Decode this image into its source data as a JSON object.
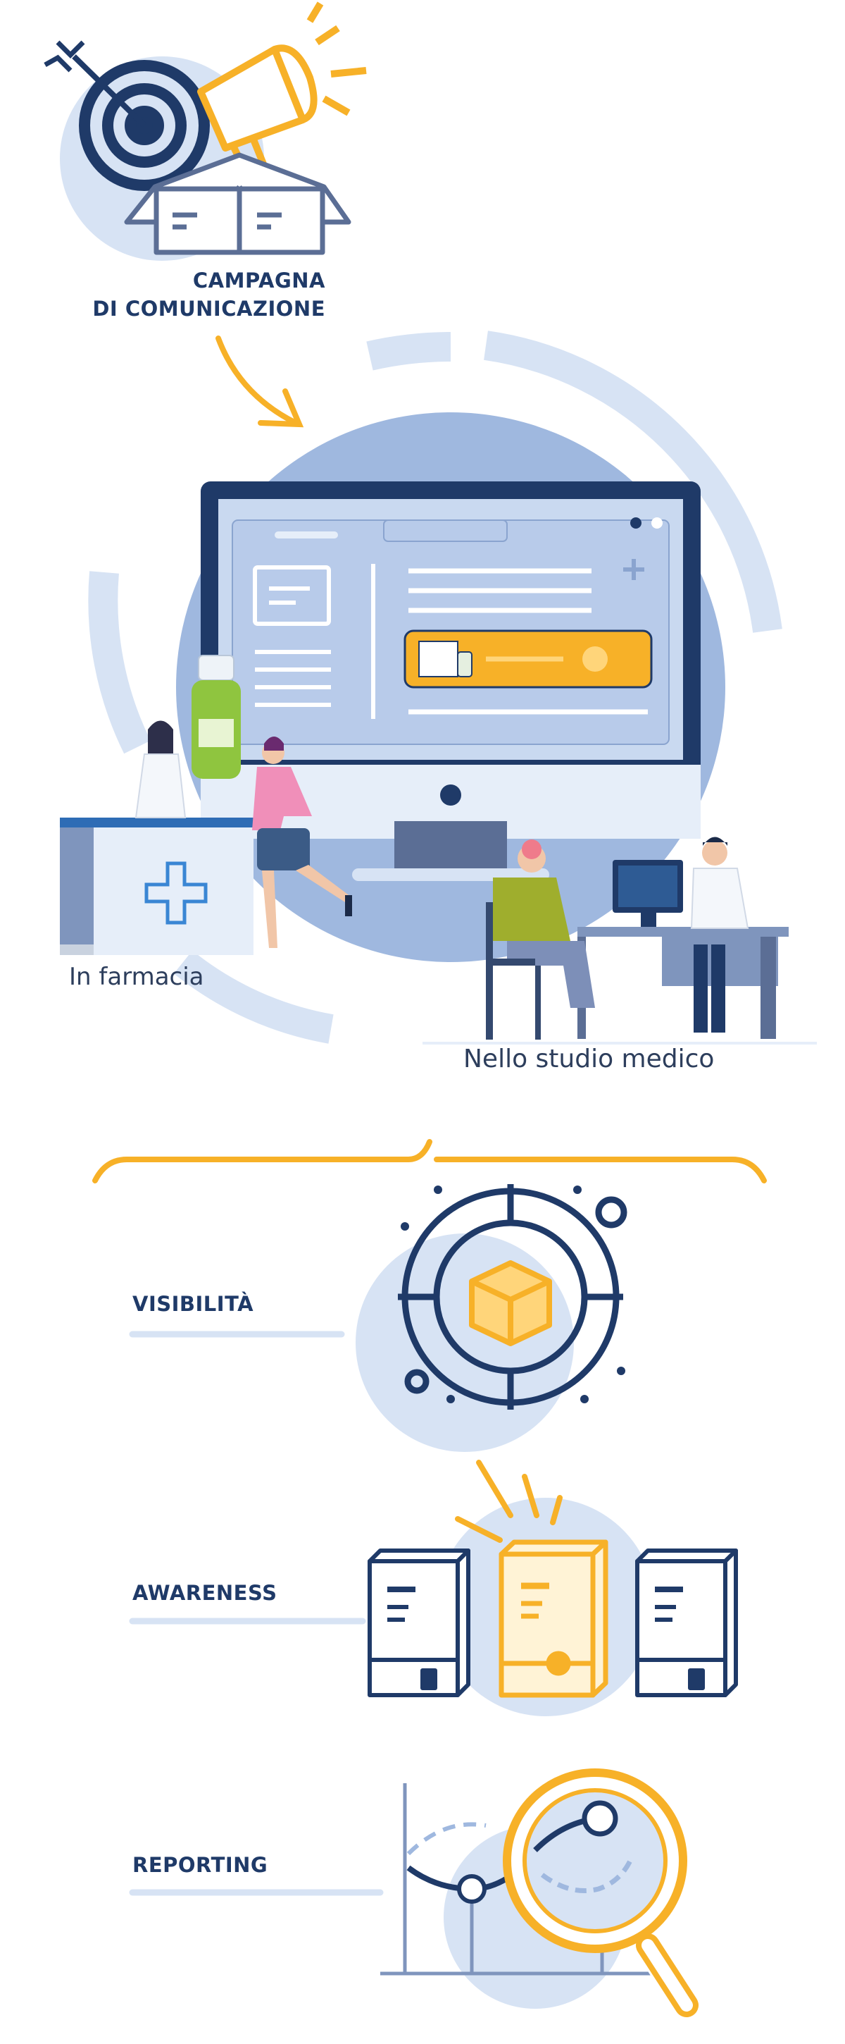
{
  "campaign": {
    "title_line1": "CAMPAGNA",
    "title_line2": "DI COMUNICAZIONE"
  },
  "locations": {
    "pharmacy": "In farmacia",
    "doctor": "Nello studio medico"
  },
  "benefits": {
    "visibility": "VISIBILITÀ",
    "awareness": "AWARENESS",
    "reporting": "REPORTING"
  },
  "colors": {
    "navy": "#1f3a68",
    "yellow": "#f7b128",
    "light_blue": "#d7e3f4",
    "mid_blue": "#9fb8df"
  },
  "icons": [
    "target-icon",
    "megaphone-icon",
    "box-icon",
    "arrow-icon",
    "monitor-icon",
    "medicine-bottle-icon",
    "pharmacy-counter-icon",
    "doctor-desk-icon",
    "crosshair-icon",
    "cube-icon",
    "product-boxes-icon",
    "chart-icon",
    "magnifier-icon"
  ]
}
